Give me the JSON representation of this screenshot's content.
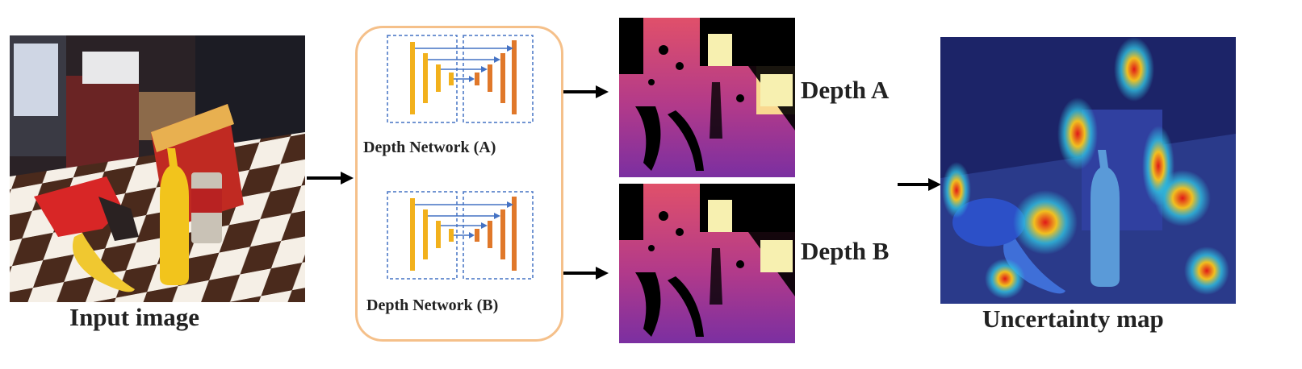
{
  "input": {
    "caption": "Input image"
  },
  "networks": [
    {
      "label": "Depth Network (A)"
    },
    {
      "label": "Depth Network (B)"
    }
  ],
  "depths": [
    {
      "label": "Depth A"
    },
    {
      "label": "Depth B"
    }
  ],
  "output": {
    "caption": "Uncertainty map"
  },
  "colors": {
    "network_box_border": "#f5c08a",
    "encoder_bar": "#f2b11c",
    "decoder_bar": "#e0782a",
    "skip_arrow": "#4472c4",
    "dashed_box": "#4472c4",
    "depth_far": "#f7f0b0",
    "depth_near": "#7b2fa1",
    "depth_hole": "#000000"
  }
}
